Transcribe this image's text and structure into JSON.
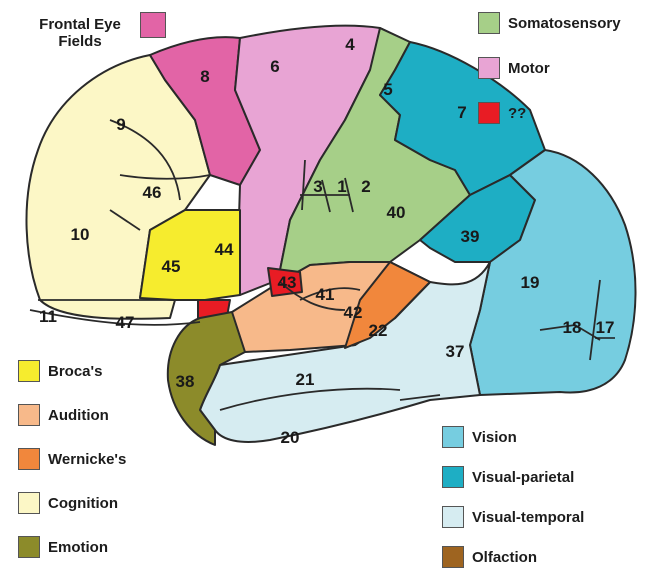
{
  "top_left_label": "Frontal Eye\nFields",
  "colors": {
    "frontal_eye_fields": "#e264a6",
    "motor": "#e8a4d4",
    "somatosensory": "#a6cf88",
    "unknown": "#e81c24",
    "brocas": "#f6ec2e",
    "audition": "#f7b98a",
    "wernickes": "#f1873c",
    "cognition": "#fcf7c6",
    "emotion": "#8c8b2a",
    "vision": "#76cde0",
    "visual_parietal": "#1eaec4",
    "visual_temporal": "#d6ecf1",
    "olfaction": "#9e6420"
  },
  "legend_right_top": [
    {
      "label": "Somatosensory",
      "color_key": "somatosensory"
    },
    {
      "label": "Motor",
      "color_key": "motor"
    },
    {
      "label": "??",
      "color_key": "unknown"
    }
  ],
  "legend_left": [
    {
      "label": "Broca's",
      "color_key": "brocas"
    },
    {
      "label": "Audition",
      "color_key": "audition"
    },
    {
      "label": "Wernicke's",
      "color_key": "wernickes"
    },
    {
      "label": "Cognition",
      "color_key": "cognition"
    },
    {
      "label": "Emotion",
      "color_key": "emotion"
    }
  ],
  "legend_right_bottom": [
    {
      "label": "Vision",
      "color_key": "vision"
    },
    {
      "label": "Visual-parietal",
      "color_key": "visual_parietal"
    },
    {
      "label": "Visual-temporal",
      "color_key": "visual_temporal"
    },
    {
      "label": "Olfaction",
      "color_key": "olfaction"
    }
  ],
  "areas": {
    "a8": "8",
    "a6": "6",
    "a4": "4",
    "a5": "5",
    "a7": "7",
    "a9": "9",
    "a46": "46",
    "a10": "10",
    "a45": "45",
    "a44": "44",
    "a3": "3",
    "a1": "1",
    "a2": "2",
    "a40": "40",
    "a39": "39",
    "a19": "19",
    "a18": "18",
    "a17": "17",
    "a11": "11",
    "a47": "47",
    "a43": "43",
    "a41": "41",
    "a42": "42",
    "a22": "22",
    "a37": "37",
    "a38": "38",
    "a21": "21",
    "a20": "20"
  }
}
